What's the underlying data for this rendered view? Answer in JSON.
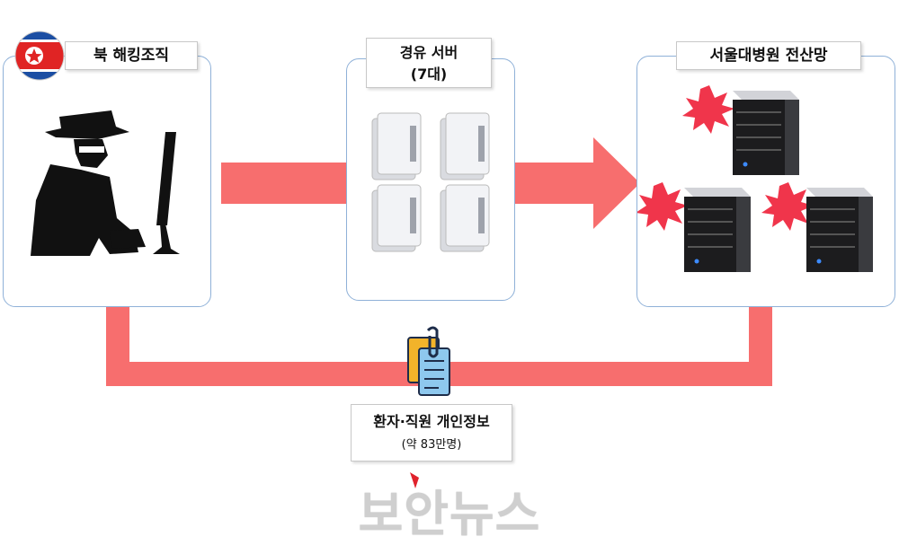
{
  "nk_group": {
    "label": "북 해킹조직"
  },
  "relay": {
    "label_line1": "경유 서버",
    "label_line2": "(7대)"
  },
  "hospital": {
    "label": "서울대병원 전산망"
  },
  "data_stolen": {
    "label_line1": "환자·직원 개인정보",
    "label_line2": "(약 83만명)"
  },
  "watermark": "보안뉴스",
  "colors": {
    "arrow": "#f76e6e",
    "panel_border": "#8fb1d8",
    "burst": "#f0354b",
    "server_dark": "#1c1c1e",
    "server_light": "#dcdde2"
  },
  "icons": [
    "north-korea-flag-icon",
    "hacker-icon",
    "monitor-icon",
    "server-icon",
    "document-icon",
    "alert-burst-icon"
  ]
}
